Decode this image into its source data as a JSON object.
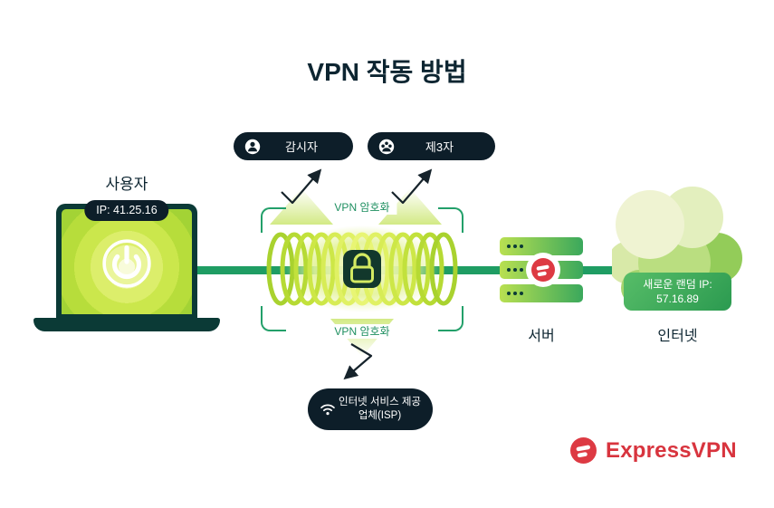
{
  "title": "VPN 작동 방법",
  "user": {
    "label": "사용자",
    "ip_badge": "IP: 41.25.16"
  },
  "threats": [
    {
      "label": "감시자",
      "icon": "person-icon"
    },
    {
      "label": "제3자",
      "icon": "group-icon"
    }
  ],
  "tunnel": {
    "label_top": "VPN 암호화",
    "label_bottom": "VPN 암호화"
  },
  "isp": {
    "label_line1": "인터넷 서비스 제공",
    "label_line2": "업체(ISP)",
    "icon": "wifi-icon"
  },
  "server": {
    "label": "서버"
  },
  "internet": {
    "label": "인터넷",
    "new_ip_label": "새로운 랜덤 IP:",
    "new_ip_value": "57.16.89"
  },
  "brand": {
    "name": "ExpressVPN"
  },
  "colors": {
    "accent_green": "#1f9d63",
    "lime": "#c3e23c",
    "dark_navy": "#0d1e29",
    "brand_red": "#d8343e"
  }
}
